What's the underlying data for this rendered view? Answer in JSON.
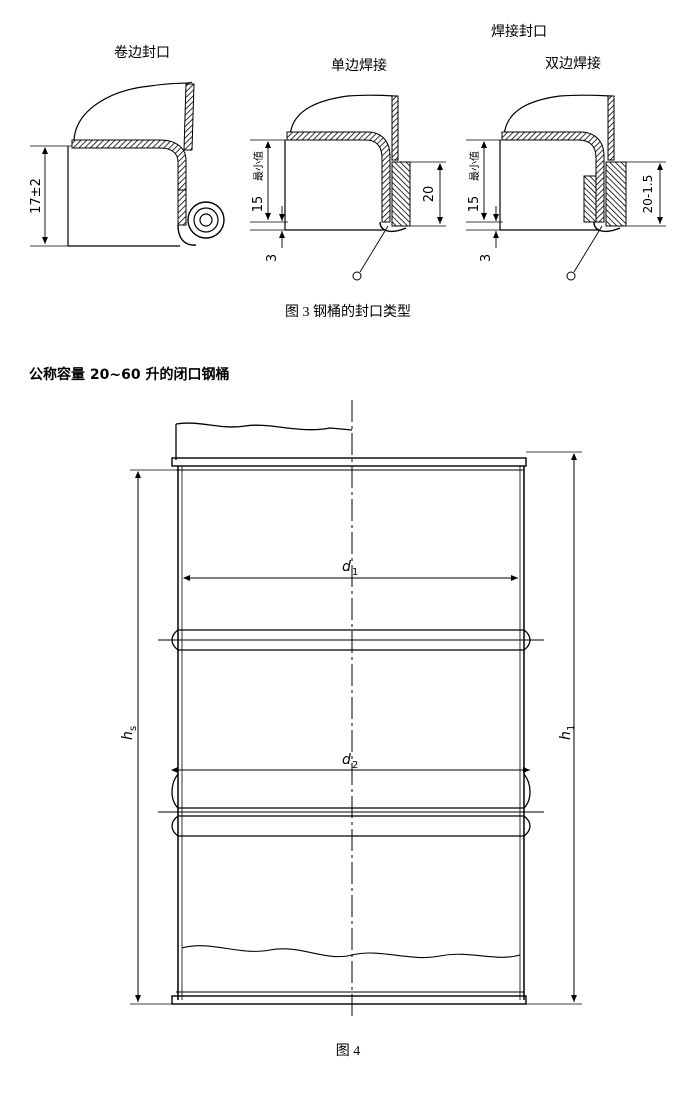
{
  "figure3": {
    "caption": "图 3  钢桶的封口类型",
    "group_label": "焊接封口",
    "panel_curled": {
      "title": "卷边封口",
      "dim_height": "17±2"
    },
    "panel_single": {
      "title": "单边焊接",
      "dim_left_main": "15",
      "dim_left_note": "最小值",
      "dim_right": "20",
      "dim_bottom": "3"
    },
    "panel_double": {
      "title": "双边焊接",
      "dim_left_main": "15",
      "dim_left_note": "最小值",
      "dim_right": "20-1.5",
      "dim_bottom": "3"
    }
  },
  "section_heading": "公称容量 20~60 升的闭口钢桶",
  "figure4": {
    "caption": "图 4",
    "label_d1": "d",
    "label_d1_sub": "1",
    "label_d2": "d",
    "label_d2_sub": "2",
    "label_hs": "h",
    "label_hs_sub": "s",
    "label_h1": "h",
    "label_h1_sub": "1"
  }
}
